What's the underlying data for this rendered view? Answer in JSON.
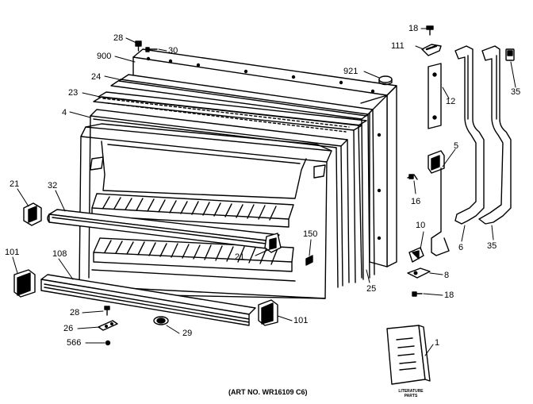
{
  "diagram": {
    "art_number": "(ART NO. WR16109 C6)",
    "manual_label": "LITERATURE PARTS",
    "manual_label_lines": [
      "LITERATURE",
      "PARTS"
    ],
    "callouts": [
      {
        "id": "c28a",
        "text": "28"
      },
      {
        "id": "c30",
        "text": "30"
      },
      {
        "id": "c900",
        "text": "900"
      },
      {
        "id": "c24",
        "text": "24"
      },
      {
        "id": "c23",
        "text": "23"
      },
      {
        "id": "c4",
        "text": "4"
      },
      {
        "id": "c921",
        "text": "921"
      },
      {
        "id": "c18a",
        "text": "18"
      },
      {
        "id": "c111",
        "text": "111"
      },
      {
        "id": "c12",
        "text": "12"
      },
      {
        "id": "c35a",
        "text": "35"
      },
      {
        "id": "c5",
        "text": "5"
      },
      {
        "id": "c16",
        "text": "16"
      },
      {
        "id": "c10",
        "text": "10"
      },
      {
        "id": "c6",
        "text": "6"
      },
      {
        "id": "c35b",
        "text": "35"
      },
      {
        "id": "c8",
        "text": "8"
      },
      {
        "id": "c18b",
        "text": "18"
      },
      {
        "id": "c21a",
        "text": "21"
      },
      {
        "id": "c32",
        "text": "32"
      },
      {
        "id": "c150",
        "text": "150"
      },
      {
        "id": "c21b",
        "text": "21"
      },
      {
        "id": "c101a",
        "text": "101"
      },
      {
        "id": "c108",
        "text": "108"
      },
      {
        "id": "c25",
        "text": "25"
      },
      {
        "id": "c28b",
        "text": "28"
      },
      {
        "id": "c26",
        "text": "26"
      },
      {
        "id": "c566",
        "text": "566"
      },
      {
        "id": "c29",
        "text": "29"
      },
      {
        "id": "c101b",
        "text": "101"
      },
      {
        "id": "c1",
        "text": "1"
      }
    ]
  }
}
